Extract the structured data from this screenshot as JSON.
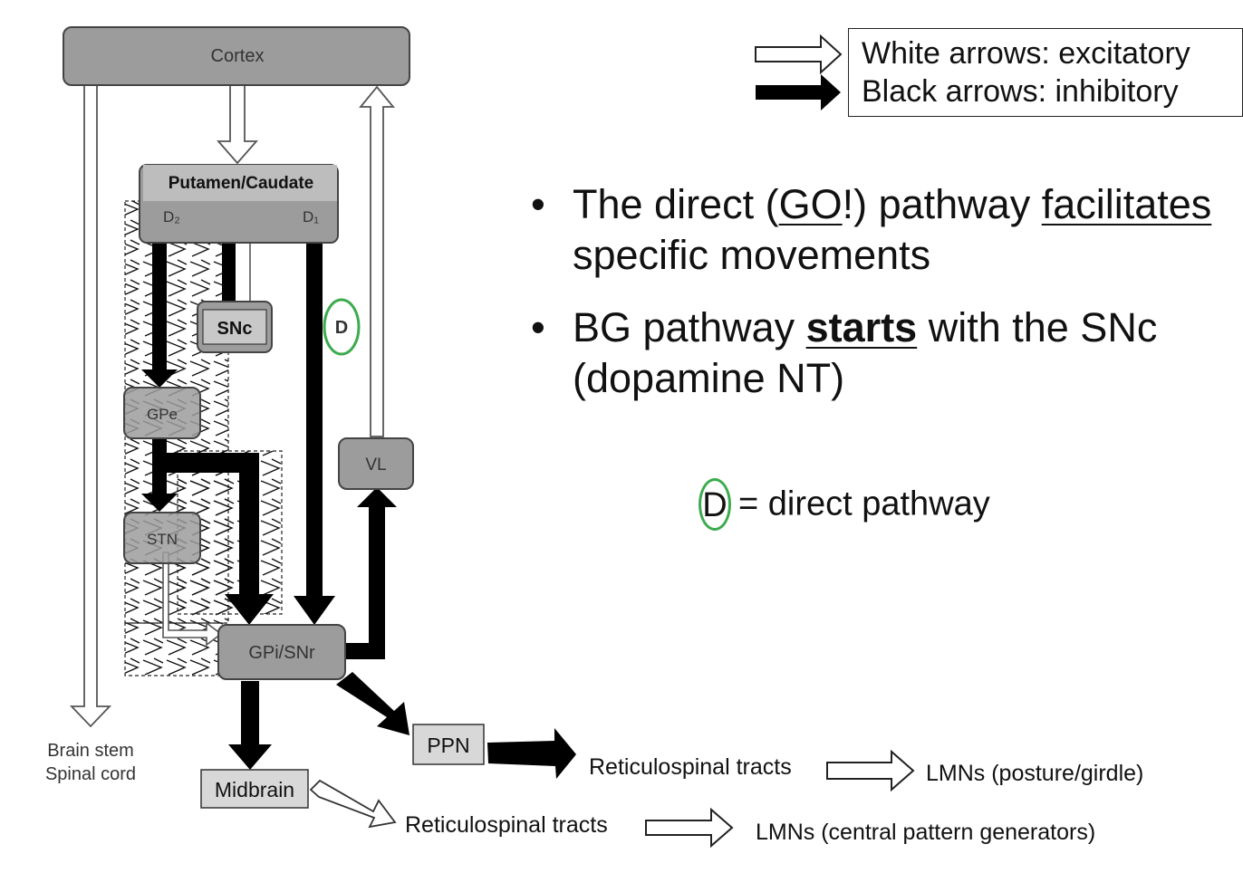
{
  "legend": {
    "excitatory": "White arrows: excitatory",
    "inhibitory": "Black arrows: inhibitory"
  },
  "nodes": {
    "cortex": "Cortex",
    "putamen": "Putamen/Caudate",
    "d2": "D₂",
    "d1": "D₁",
    "snc": "SNc",
    "gpe": "GPe",
    "stn": "STN",
    "gpi": "GPi/SNr",
    "vl": "VL",
    "brainstem_line1": "Brain stem",
    "brainstem_line2": "Spinal cord",
    "ppn": "PPN",
    "midbrain": "Midbrain",
    "d_marker": "D"
  },
  "outputs": {
    "reticulo1": "Reticulospinal tracts",
    "lmn1": "LMNs (posture/girdle)",
    "reticulo2": "Reticulospinal tracts",
    "lmn2": "LMNs (central pattern generators)"
  },
  "bullets": {
    "b1_pre": "The direct (",
    "b1_go": "GO",
    "b1_mid": "!) pathway ",
    "b1_fac": "facilitates",
    "b1_post": " specific movements",
    "b2_pre": "BG pathway ",
    "b2_starts": "starts",
    "b2_post": " with the SNc (dopamine NT)"
  },
  "dkey": {
    "letter": "D",
    "text": "= direct pathway"
  }
}
